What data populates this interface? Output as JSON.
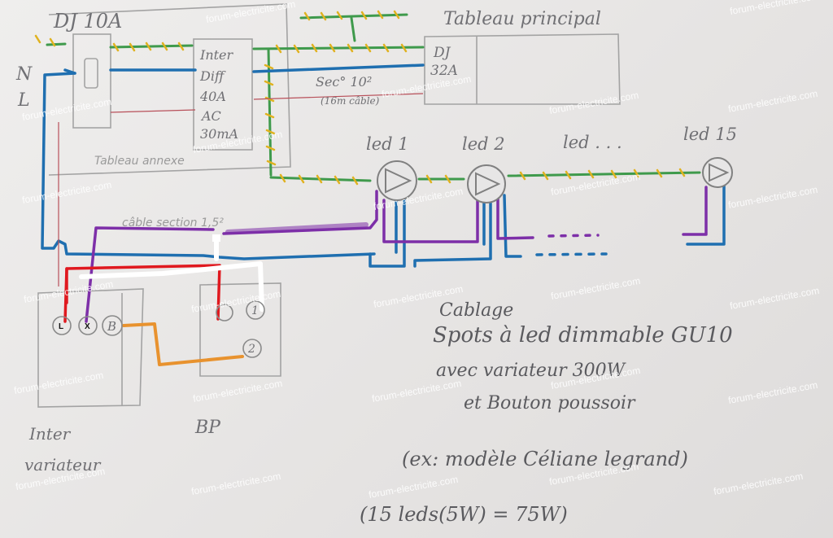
{
  "labels": {
    "dj10": "DJ 10A",
    "n": "N",
    "l": "L",
    "inter_diff": [
      "Inter",
      "Diff",
      "40A",
      "AC",
      "30mA"
    ],
    "tableau_annexe": "Tableau annexe",
    "tableau_principal": "Tableau principal",
    "dj32": [
      "DJ",
      "32A"
    ],
    "section10": "Sec° 10²",
    "longueur": "(16m câble)",
    "cable_section": "câble section 1,5²",
    "led1": "led 1",
    "led2": "led 2",
    "led_dots": "led . . .",
    "led15": "led 15",
    "term_l": "L",
    "term_x": "X",
    "term_b": "B",
    "term_1": "1",
    "term_2": "2",
    "inter_variateur": [
      "Inter",
      "variateur"
    ],
    "bp": "BP",
    "notes": [
      "Cablage",
      "Spots à led dimmable GU10",
      "avec variateur 300W",
      "et Bouton poussoir",
      "(ex: modèle Céliane legrand)",
      "(15 leds(5W) = 75W)"
    ]
  },
  "watermark": "forum-electricite.com",
  "colors": {
    "neutral": "#1f6fb0",
    "earth_green": "#3f9a4c",
    "earth_yellow": "#e0b21f",
    "phase": "#e0191f",
    "switched": "#7d2fa8",
    "traveller": "#e8922e",
    "pencil": "#9a9a9a",
    "thin_phase": "#b8505a"
  },
  "icons": [
    "lamp-icon"
  ]
}
